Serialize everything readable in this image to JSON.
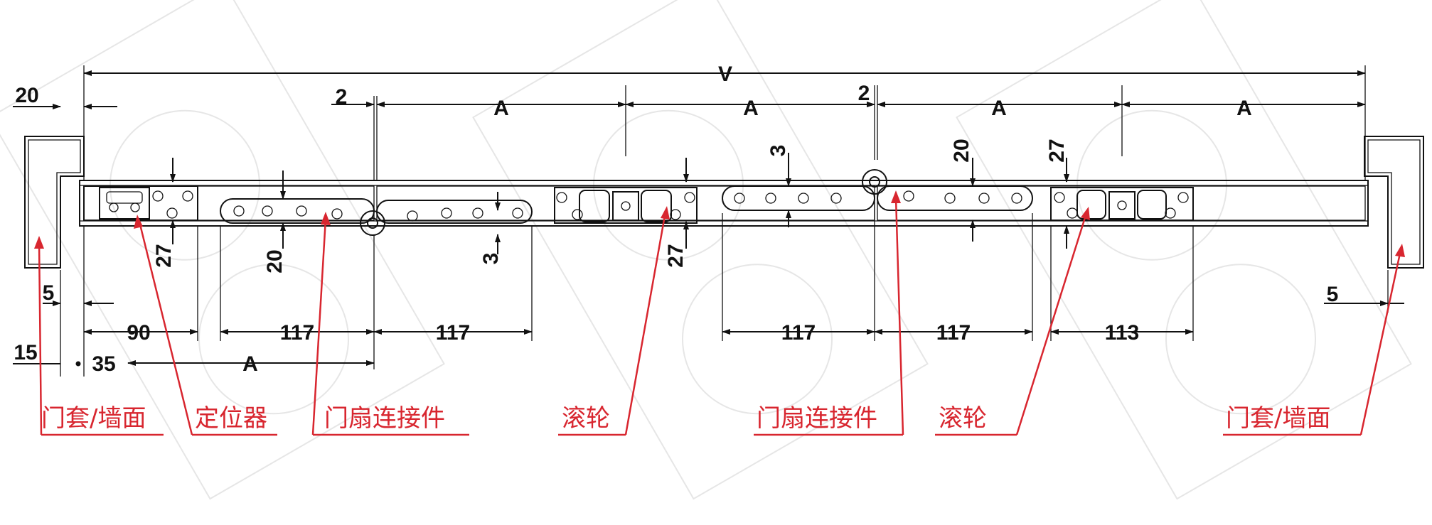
{
  "dimensions": {
    "overall": "V",
    "gap_left": "2",
    "gap_center": "2",
    "a1": "A",
    "a2": "A",
    "a3": "A",
    "a4": "A",
    "a_bottom": "A",
    "frame_left": "20",
    "edge_15": "15",
    "edge_5_left": "5",
    "edge_5_right": "5",
    "offset_35": "35",
    "width_90": "90",
    "width_117_a": "117",
    "width_117_b": "117",
    "width_117_c": "117",
    "width_117_d": "117",
    "width_113": "113",
    "h27_a": "27",
    "h20_a": "20",
    "h3_a": "3",
    "h27_b": "27",
    "h3_b": "3",
    "h20_b": "20",
    "h27_c": "27"
  },
  "labels": {
    "frame_left": "门套/墙面",
    "positioner": "定位器",
    "connector_left": "门扇连接件",
    "roller_left": "滚轮",
    "connector_right": "门扇连接件",
    "roller_right": "滚轮",
    "frame_right": "门套/墙面"
  },
  "colors": {
    "annotation": "#d8262f",
    "line": "#111111"
  }
}
